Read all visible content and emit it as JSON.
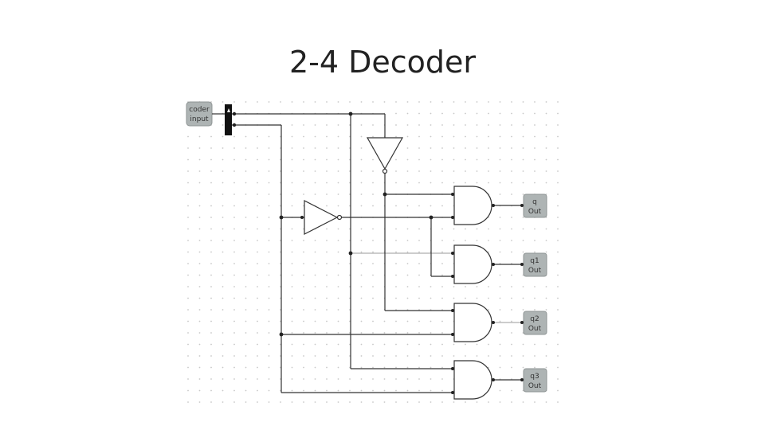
{
  "slide": {
    "title": "2-4 Decoder"
  },
  "circuit": {
    "input_pin": {
      "line1": "coder",
      "line2": "input"
    },
    "outputs": [
      {
        "line1": "q",
        "line2": "Out"
      },
      {
        "line1": "q1",
        "line2": "Out"
      },
      {
        "line1": "q2",
        "line2": "Out"
      },
      {
        "line1": "q3",
        "line2": "Out"
      }
    ]
  }
}
